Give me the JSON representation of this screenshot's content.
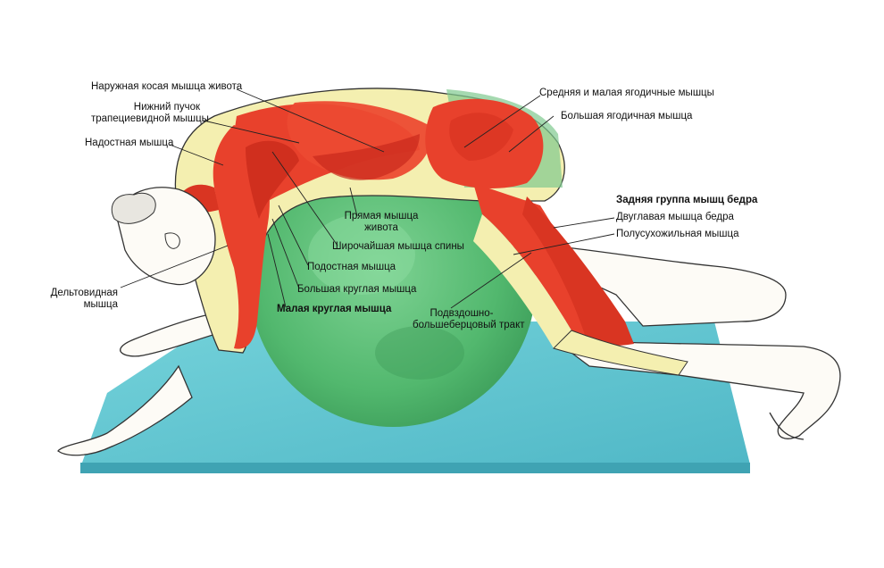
{
  "labels": {
    "external_oblique": "Наружная косая мышца живота",
    "lower_trapezius_1": "Нижний пучок",
    "lower_trapezius_2": "трапециевидной мышцы",
    "supraspinatus": "Надостная мышца",
    "deltoid_1": "Дельтовидная",
    "deltoid_2": "мышца",
    "gluteus_medius_minimus": "Средняя и малая ягодичные мышцы",
    "gluteus_maximus": "Большая ягодичная мышца",
    "hamstrings_group": "Задняя группа мышц бедра",
    "biceps_femoris": "Двуглавая мышца бедра",
    "semitendinosus": "Полусухожильная мышца",
    "rectus_abdominis_1": "Прямая мышца",
    "rectus_abdominis_2": "живота",
    "latissimus_dorsi": "Широчайшая мышца спины",
    "infraspinatus": "Подостная мышца",
    "teres_major": "Большая круглая мышца",
    "teres_minor": "Малая круглая мышца",
    "iliotibial_tract_1": "Подвздошно-",
    "iliotibial_tract_2": "большеберцовый тракт"
  },
  "colors": {
    "muscle": "#e8412c",
    "muscle_dark": "#c92a1c",
    "tendon": "#f3eea0",
    "ball": "#5cc07a",
    "mat": "#5fc4cf",
    "skin_outline": "#333333",
    "leader": "#222222"
  }
}
